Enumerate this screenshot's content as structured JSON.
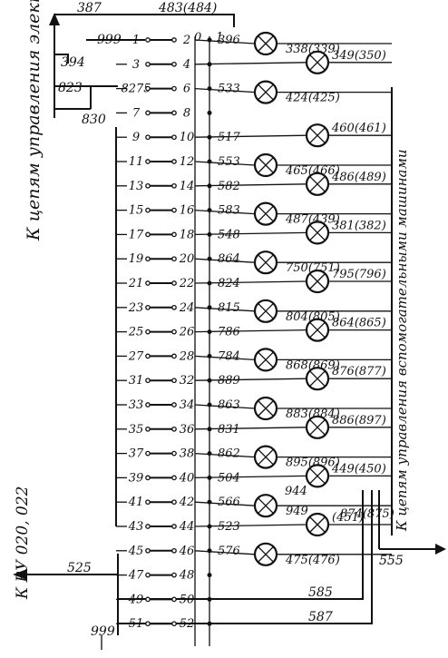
{
  "side_labels": {
    "left_top": "К цепям управления электровозом",
    "left_bottom": "К ВУ 020, 022",
    "right": "К цепям управления вспомогательными машинами"
  },
  "top_wires": {
    "w387": "387",
    "w483": "483(484)"
  },
  "bottom_wires": {
    "w525": "525",
    "w555": "555",
    "w585": "585",
    "w587": "587"
  },
  "misc": {
    "w999_top": "999",
    "w999_bottom": "999",
    "w394": "394",
    "w823": "823",
    "w830": "830",
    "w2": "2",
    "w0": "0",
    "w1": "1"
  },
  "rows": [
    {
      "l": "1",
      "r": "2",
      "wire": "396",
      "lamp": "338(339)",
      "side": "L"
    },
    {
      "l": "3",
      "r": "4",
      "wire": "",
      "lamp": "349(350)",
      "side": "R"
    },
    {
      "l": "8275",
      "r": "6",
      "wire": "533",
      "lamp": "424(425)",
      "side": "L"
    },
    {
      "l": "7",
      "r": "8",
      "wire": "",
      "lamp": "",
      "side": ""
    },
    {
      "l": "9",
      "r": "10",
      "wire": "517",
      "lamp": "460(461)",
      "side": "R"
    },
    {
      "l": "11",
      "r": "12",
      "wire": "553",
      "lamp": "465(466)",
      "side": "L"
    },
    {
      "l": "13",
      "r": "14",
      "wire": "582",
      "lamp": "486(489)",
      "side": "R"
    },
    {
      "l": "15",
      "r": "16",
      "wire": "583",
      "lamp": "487(439)",
      "side": "L"
    },
    {
      "l": "17",
      "r": "18",
      "wire": "548",
      "lamp": "381(382)",
      "side": "R"
    },
    {
      "l": "19",
      "r": "20",
      "wire": "864",
      "lamp": "750(751)",
      "side": "L"
    },
    {
      "l": "21",
      "r": "22",
      "wire": "824",
      "lamp": "795(796)",
      "side": "R"
    },
    {
      "l": "23",
      "r": "24",
      "wire": "815",
      "lamp": "804(805)",
      "side": "L"
    },
    {
      "l": "25",
      "r": "26",
      "wire": "786",
      "lamp": "864(865)",
      "side": "R"
    },
    {
      "l": "27",
      "r": "28",
      "wire": "784",
      "lamp": "868(869)",
      "side": "L"
    },
    {
      "l": "31",
      "r": "32",
      "wire": "889",
      "lamp": "876(877)",
      "side": "R"
    },
    {
      "l": "33",
      "r": "34",
      "wire": "863",
      "lamp": "883(884)",
      "side": "L"
    },
    {
      "l": "35",
      "r": "36",
      "wire": "831",
      "lamp": "886(897)",
      "side": "R"
    },
    {
      "l": "37",
      "r": "38",
      "wire": "862",
      "lamp": "895(896)",
      "side": "L"
    },
    {
      "l": "39",
      "r": "40",
      "wire": "504",
      "lamp": "449(450)",
      "side": "R"
    },
    {
      "l": "41",
      "r": "42",
      "wire": "566",
      "lamp": "949",
      "side": "L"
    },
    {
      "l": "43",
      "r": "44",
      "wire": "523",
      "lamp": "(451)",
      "side": "R"
    },
    {
      "l": "45",
      "r": "46",
      "wire": "576",
      "lamp": "475(476)",
      "side": "L"
    },
    {
      "l": "47",
      "r": "48",
      "wire": "",
      "lamp": "",
      "side": ""
    },
    {
      "l": "49",
      "r": "50",
      "wire": "",
      "lamp": "",
      "side": ""
    },
    {
      "l": "51",
      "r": "52",
      "wire": "",
      "lamp": "",
      "side": ""
    }
  ],
  "right_wire_labels": {
    "w944": "944",
    "w874": "874(875)"
  }
}
